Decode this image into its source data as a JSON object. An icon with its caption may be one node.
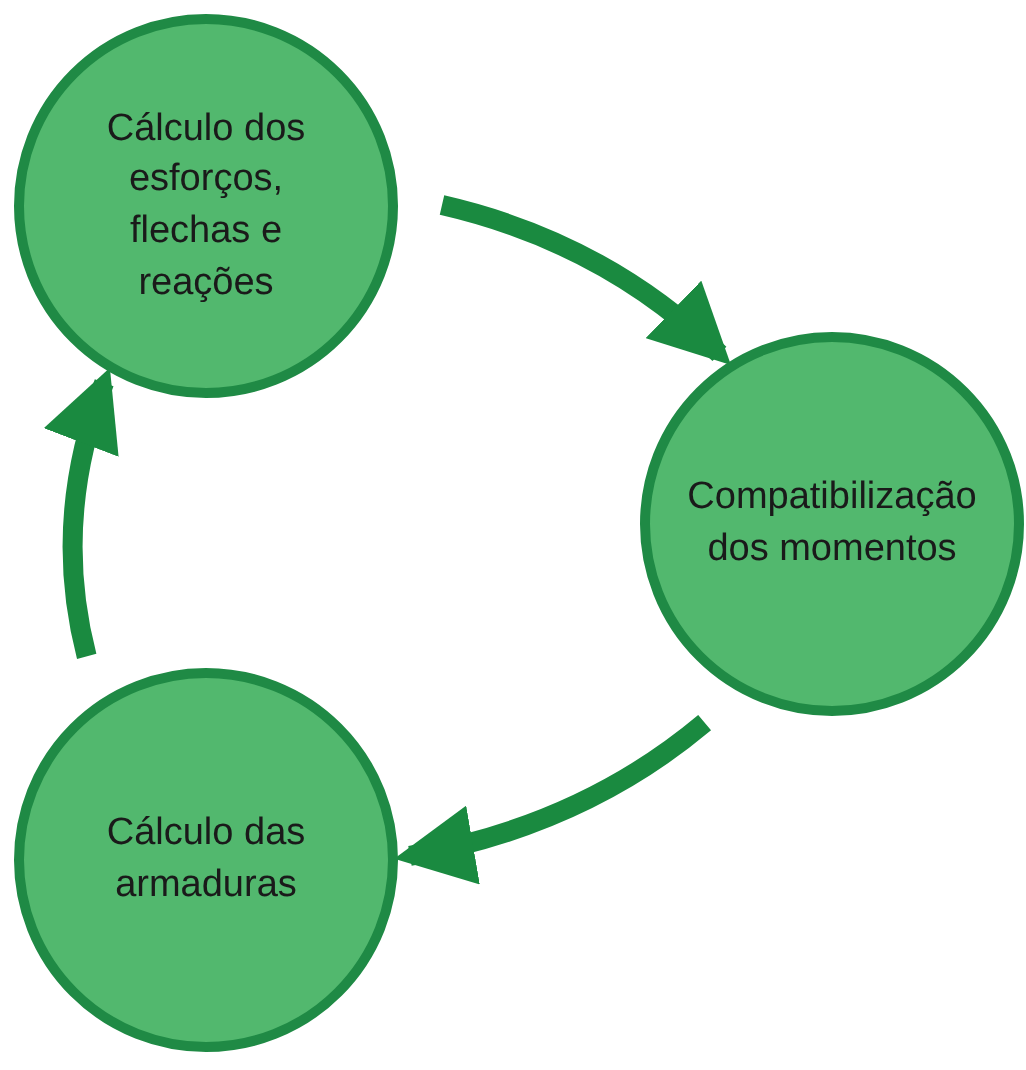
{
  "diagram": {
    "nodes": [
      {
        "text": [
          "Cálculo dos esforços, flechas e reações"
        ]
      },
      {
        "text": [
          "Compatibilização dos momentos"
        ]
      },
      {
        "text": [
          "Cálculo das armaduras"
        ]
      }
    ],
    "edges": [
      {
        "from": 0,
        "to": 1,
        "arrow": "to"
      },
      {
        "from": 1,
        "to": 2,
        "arrow": "to"
      },
      {
        "from": 2,
        "to": 0,
        "arrow": "to"
      }
    ]
  }
}
